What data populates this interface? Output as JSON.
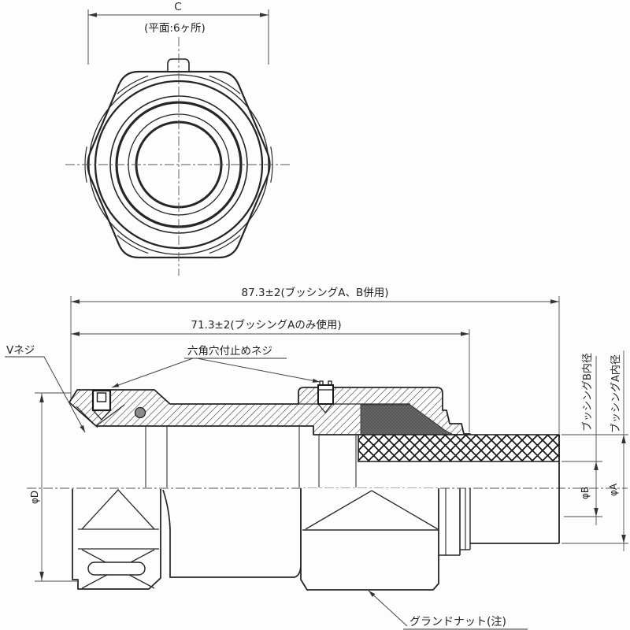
{
  "front_view": {
    "dim_c": "C",
    "flats_note": "(平面:6ヶ所)"
  },
  "side_view": {
    "dim_overall": "87.3±2(ブッシングA、B併用)",
    "dim_bushing_a_only": "71.3±2(ブッシングAのみ使用)",
    "label_v_thread": "Vネジ",
    "label_set_screw": "六角穴付止めネジ",
    "label_gland_nut": "グランドナット(注)",
    "label_bushing_b_id": "ブッシングB内径",
    "label_bushing_a_id": "ブッシングA内径",
    "dia_d": "φD",
    "dia_b": "φB",
    "dia_a": "φA"
  },
  "colors": {
    "line": "#262626",
    "dim": "#4d4d4d",
    "bushing_gray": "#707070",
    "background": "#fdfdfd"
  }
}
